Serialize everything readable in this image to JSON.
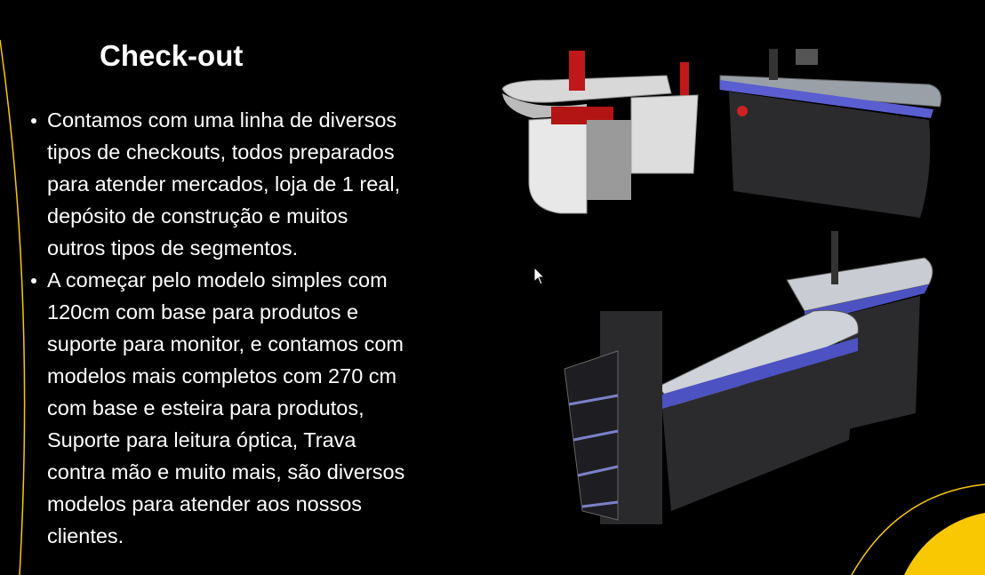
{
  "slide": {
    "title": "Check-out",
    "bullets": [
      {
        "lines": [
          "Contamos com uma linha de diversos",
          "tipos de checkouts, todos preparados",
          "para atender mercados, loja de 1 real,",
          "depósito de construção e muitos",
          "outros tipos de segmentos."
        ]
      },
      {
        "lines": [
          "A começar pelo modelo simples com",
          "120cm com base para produtos e",
          "suporte para monitor, e contamos com",
          "modelos mais completos com 270 cm",
          "com base e esteira para produtos,",
          "Suporte para leitura óptica, Trava",
          "contra mão e muito mais, são diversos",
          "modelos para atender aos nossos",
          "clientes."
        ]
      }
    ]
  },
  "colors": {
    "accent": "#f9c802",
    "background": "#000000"
  }
}
